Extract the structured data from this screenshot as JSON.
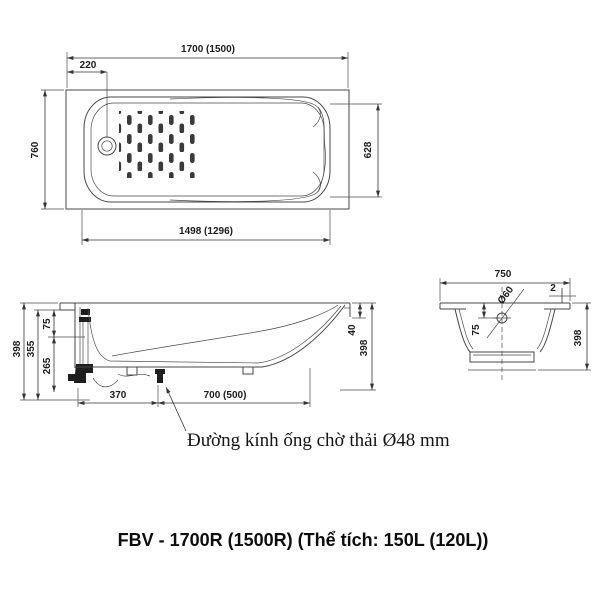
{
  "caption": "FBV - 1700R (1500R) (Thể tích: 150L (120L))",
  "note": "Đường kính ống chờ thải Ø48 mm",
  "top_view": {
    "length_rim": "1700 (1500)",
    "overflow_offset": "220",
    "width_rim": "760",
    "width_inner": "628",
    "length_base": "1498 (1296)"
  },
  "section_view": {
    "height_overall": "398",
    "height_inner_wall": "355",
    "overflow_drop": "75",
    "depth_below_overflow": "265",
    "drain_offset": "370",
    "bottom_flat_length": "700 (500)",
    "rim_drop_right": "40",
    "height_overall_right": "398"
  },
  "end_view": {
    "width_rim": "750",
    "lip": "2",
    "overflow_hole_dia": "Ø60",
    "overflow_drop": "75",
    "height_overall": "398"
  },
  "colors": {
    "line": "#474747",
    "text": "#1c1c1c",
    "background": "#ffffff"
  }
}
